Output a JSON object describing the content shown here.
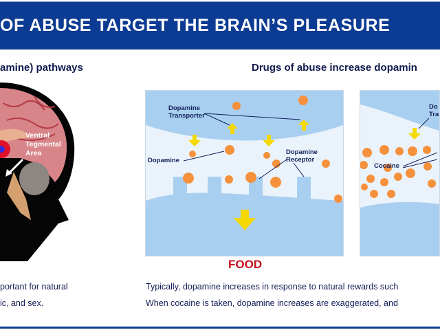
{
  "header": {
    "title": "OF ABUSE TARGET THE BRAIN’S PLEASURE"
  },
  "left": {
    "subtitle": "amine) pathways",
    "brain_label": [
      "Ventral",
      "Tegmental",
      "Area"
    ],
    "body": [
      "portant for natural",
      "ic, and sex."
    ]
  },
  "right": {
    "subtitle": "Drugs of abuse increase dopamin",
    "panel1": {
      "transporter": [
        "Dopamine",
        "Transporter"
      ],
      "dopamine": "Dopamine",
      "receptor": [
        "Dopamine",
        "Receptor"
      ],
      "caption": "FOOD"
    },
    "panel2": {
      "transporter": [
        "Do",
        "Tra"
      ],
      "cocaine": "Cocaine"
    },
    "body": [
      "Typically, dopamine increases in response to natural rewards such",
      "When cocaine is taken, dopamine increases are exaggerated, and"
    ]
  },
  "colors": {
    "banner": "#0c3b93",
    "caption": "#c8101e",
    "text": "#131c55",
    "dopamine": "#f5913c"
  }
}
